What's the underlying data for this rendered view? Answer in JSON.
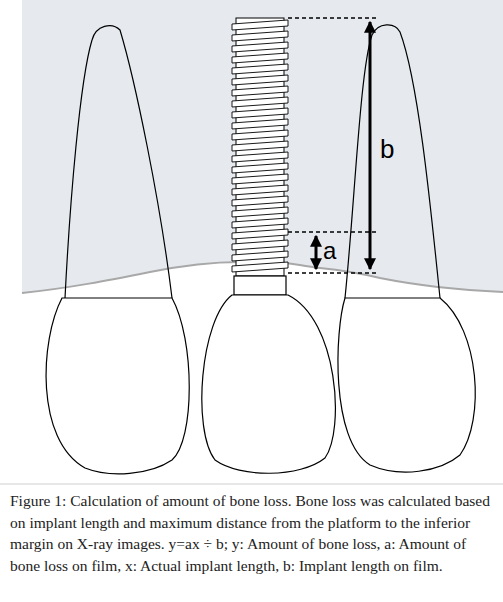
{
  "diagram": {
    "caption": "Figure 1: Calculation of amount of bone loss. Bone loss was calculated based on implant length and maximum distance from the platform to the inferior margin on X-ray images. y=ax ÷ b; y: Amount of bone loss, a: Amount of bone loss on film, x: Actual implant length, b: Implant length on film.",
    "labels": [
      "b",
      "a"
    ]
  }
}
